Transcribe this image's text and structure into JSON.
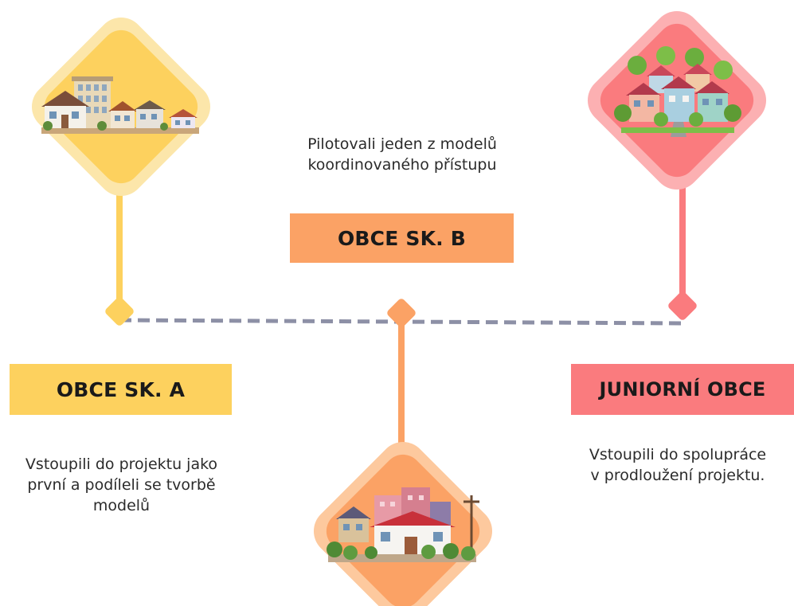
{
  "colors": {
    "group_a": "#FDD15E",
    "group_a_light": "#FCE6AA",
    "group_b": "#FBA265",
    "group_b_light": "#FDC99E",
    "junior": "#FA7B7E",
    "junior_light": "#FCB0B2",
    "connector": "#8D90A6"
  },
  "groups": {
    "a": {
      "title": "OBCE SK. A",
      "description": "Vstoupili do projektu jako\nprvní a podíleli se tvorbě\nmodelů",
      "icon": "town-houses-icon"
    },
    "b": {
      "title": "OBCE SK. B",
      "description": "Pilotovali jeden z modelů\nkoordinovaného přístupu",
      "icon": "suburban-house-icon"
    },
    "junior": {
      "title": "JUNIORNÍ OBCE",
      "description": "Vstoupili do spolupráce\nv prodloužení projektu.",
      "icon": "village-houses-icon"
    }
  }
}
